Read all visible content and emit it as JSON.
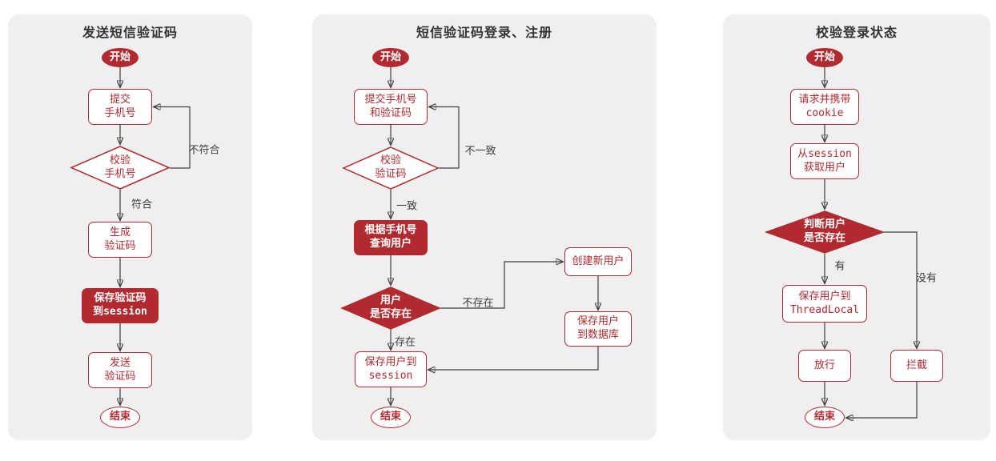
{
  "colors": {
    "accent_red": "#b02a30",
    "panel_bg": "#efefef",
    "edge": "#3f3f3f"
  },
  "flowcharts": [
    {
      "title": "发送短信验证码",
      "nodes": {
        "start": "开始",
        "submit_phone": "提交\n手机号",
        "check_phone": "校验\n手机号",
        "generate_code": "生成\n验证码",
        "save_code_session": "保存验证码\n到session",
        "send_code": "发送\n验证码",
        "end": "结束"
      },
      "edge_labels": {
        "no_match": "不符合",
        "match": "符合"
      }
    },
    {
      "title": "短信验证码登录、注册",
      "nodes": {
        "start": "开始",
        "submit_phone_code": "提交手机号\n和验证码",
        "check_code": "校验\n验证码",
        "query_user_by_phone": "根据手机号\n查询用户",
        "user_exists": "用户\n是否存在",
        "create_new_user": "创建新用户",
        "save_user_db": "保存用户\n到数据库",
        "save_user_session": "保存用户到\nsession",
        "end": "结束"
      },
      "edge_labels": {
        "mismatch": "不一致",
        "match": "一致",
        "not_exist": "不存在",
        "exist": "存在"
      }
    },
    {
      "title": "校验登录状态",
      "nodes": {
        "start": "开始",
        "request_with_cookie": "请求并携带\ncookie",
        "get_user_from_session": "从session\n获取用户",
        "judge_user_exists": "判断用户\n是否存在",
        "save_user_threadlocal": "保存用户到\nThreadLocal",
        "pass": "放行",
        "intercept": "拦截",
        "end": "结束"
      },
      "edge_labels": {
        "has": "有",
        "not_has": "没有"
      }
    }
  ]
}
